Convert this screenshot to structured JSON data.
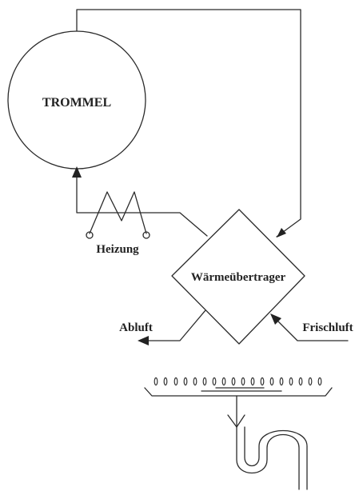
{
  "labels": {
    "drum": "TROMMEL",
    "heater": "Heizung",
    "heat_exchanger": "Wärmeübertrager",
    "exhaust": "Abluft",
    "fresh_air": "Frischluft"
  },
  "colors": {
    "line": "#2b2b2b",
    "text": "#222222",
    "background": "#ffffff"
  }
}
